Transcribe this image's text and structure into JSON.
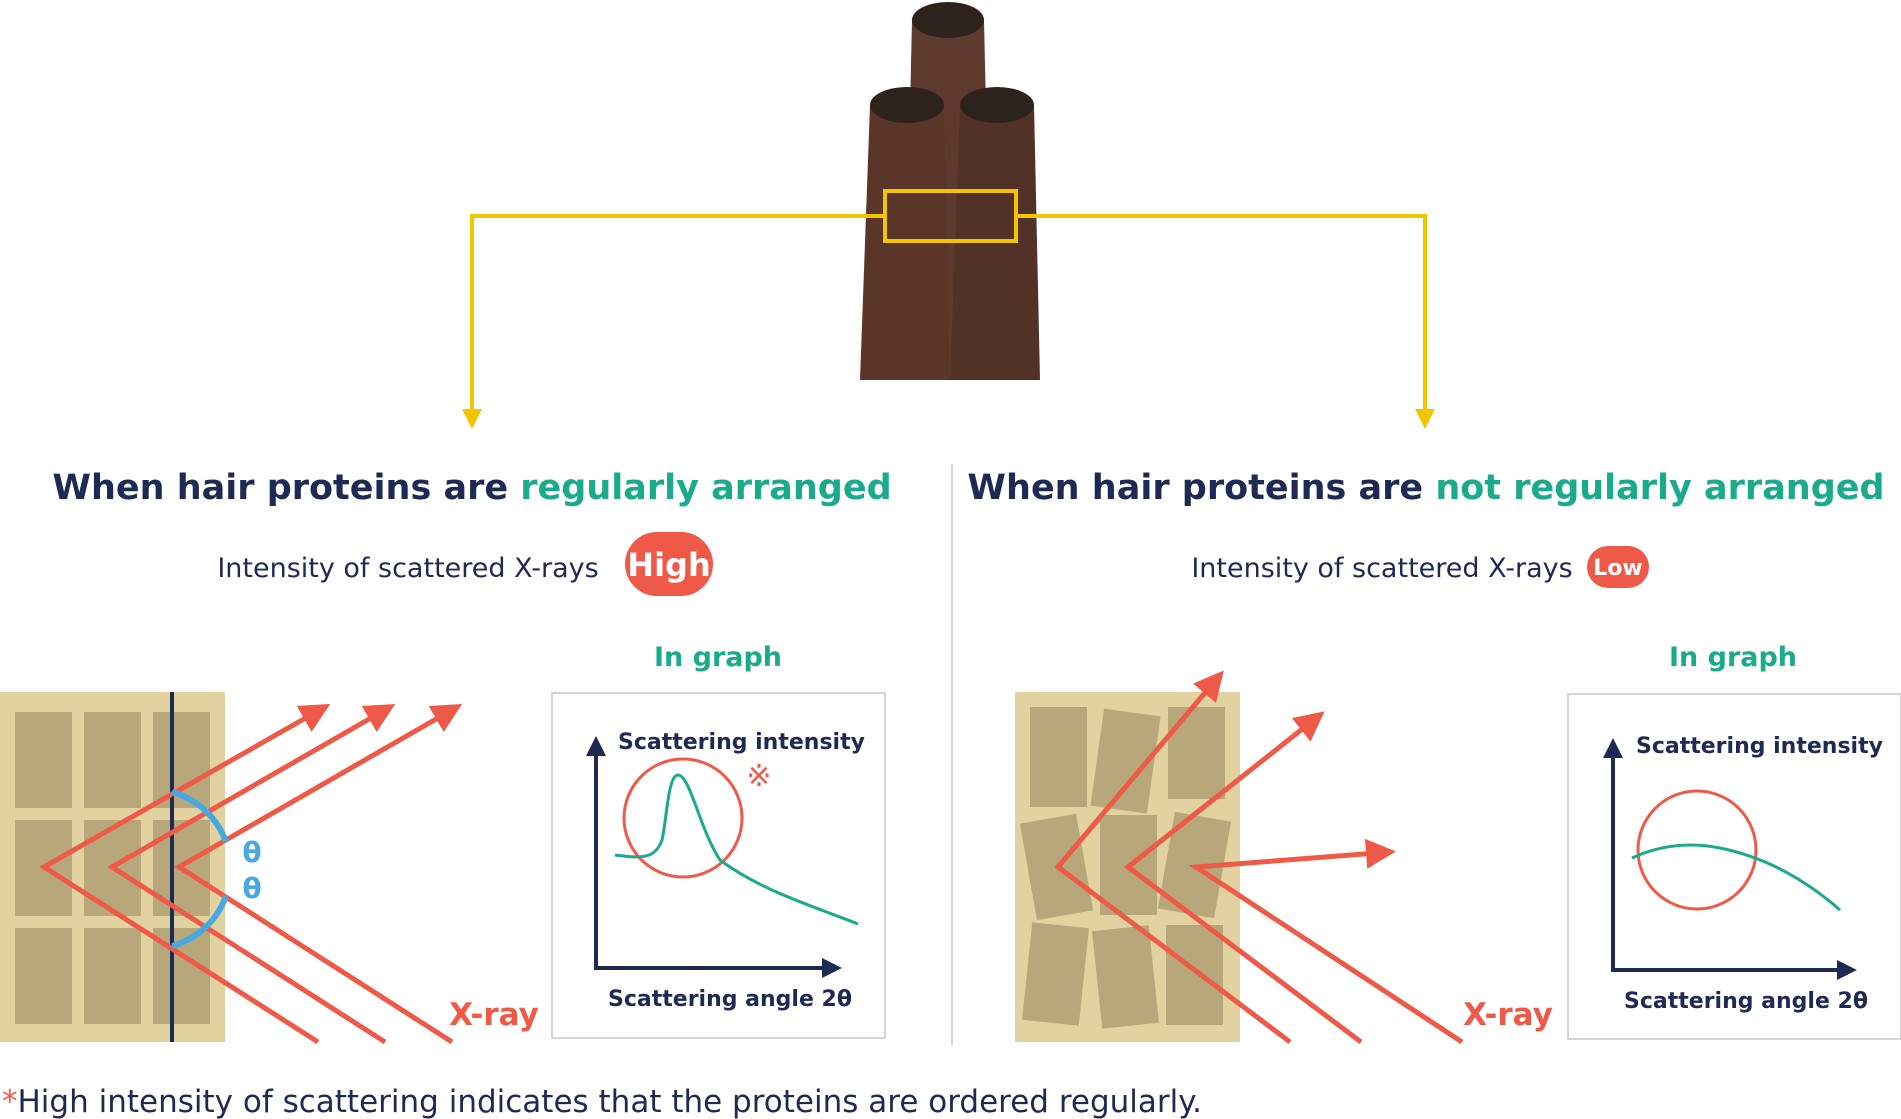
{
  "colors": {
    "navy": "#1f2a54",
    "teal": "#1aaa8c",
    "red": "#ef5a48",
    "yellow": "#f5c400",
    "blue": "#4aa8e0",
    "tan_bg": "#e2d29f",
    "tan_block": "#b7a77b",
    "hair_dark": "#4a2c22",
    "hair_mid": "#5e392d",
    "hair_top": "#2e231c",
    "divider": "#d5d5d5"
  },
  "left_panel": {
    "title_prefix": "When hair proteins are ",
    "title_highlight": "regularly arranged",
    "intensity_label": "Intensity of scattered X-rays",
    "badge": "High",
    "graph_label": "In graph",
    "y_axis": "Scattering intensity",
    "x_axis": "Scattering angle 2θ",
    "asterisk_mark": "※",
    "theta_top": "θ",
    "theta_bottom": "θ",
    "xray_label": "X-ray"
  },
  "right_panel": {
    "title_prefix": "When hair proteins are ",
    "title_highlight": "not regularly arranged",
    "intensity_label": "Intensity of scattered X-rays",
    "badge": "Low",
    "graph_label": "In graph",
    "y_axis": "Scattering intensity",
    "x_axis": "Scattering angle 2θ",
    "xray_label": "X-ray"
  },
  "footnote": {
    "mark": "*",
    "text": "High intensity of scattering indicates that the proteins are ordered regularly."
  }
}
